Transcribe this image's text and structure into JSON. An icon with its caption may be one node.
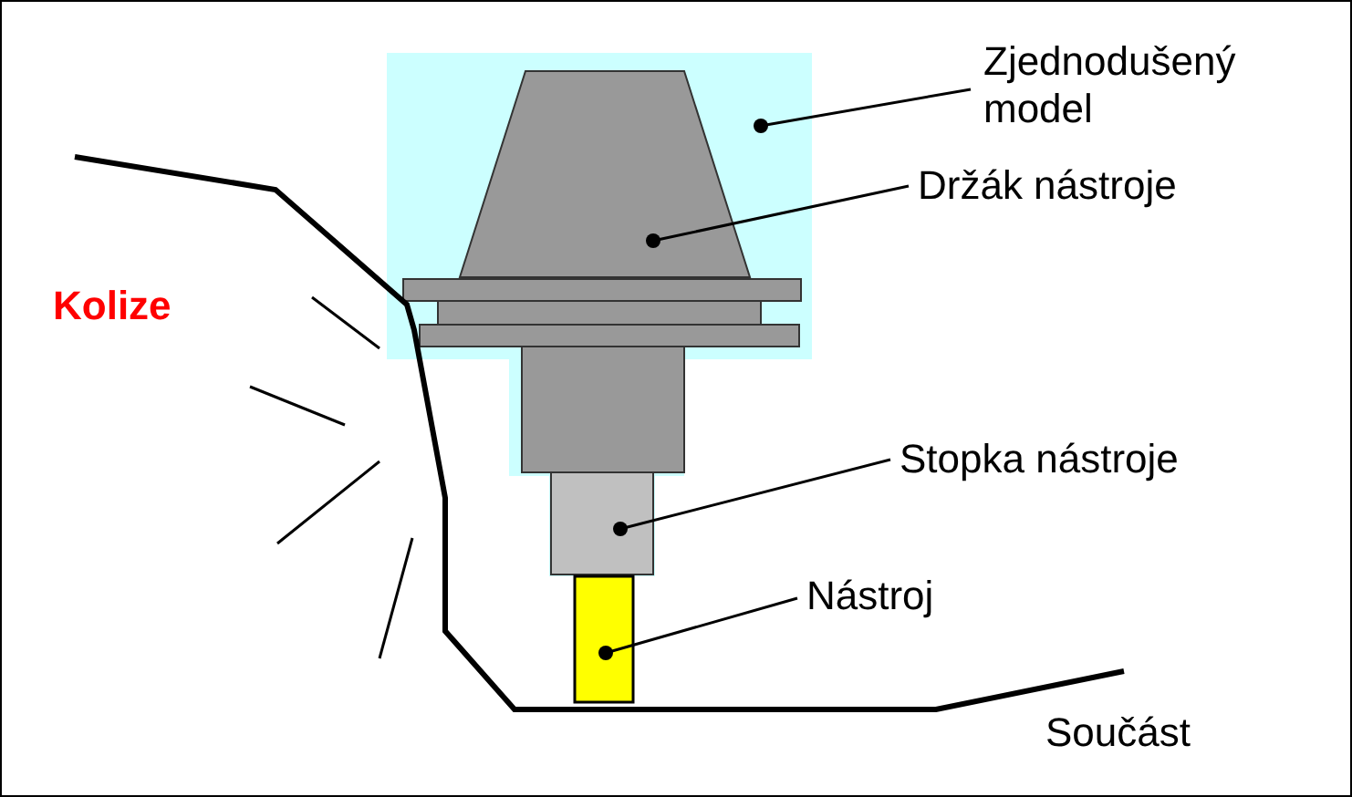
{
  "diagram": {
    "nodes": [
      {
        "text": [
          "Zjednodušený model"
        ]
      },
      {
        "text": [
          "Držák nástroje"
        ]
      },
      {
        "text": [
          "Stopka nástroje"
        ]
      },
      {
        "text": [
          "Nástroj"
        ]
      },
      {
        "text": [],
        "shape": "box"
      },
      {
        "text": [],
        "shape": "box",
        "in": 4
      },
      {
        "text": [],
        "shape": "box",
        "in": 4
      },
      {
        "text": [],
        "shape": "bar"
      }
    ],
    "edges": [
      {
        "from": 0,
        "to": 4,
        "arrow": "other"
      },
      {
        "from": 1,
        "to": 5,
        "arrow": "other"
      },
      {
        "from": 2,
        "to": 6,
        "arrow": "other"
      },
      {
        "from": 3,
        "to": 7,
        "arrow": "other"
      }
    ],
    "labels": [
      "Kolize",
      "Součást"
    ]
  }
}
